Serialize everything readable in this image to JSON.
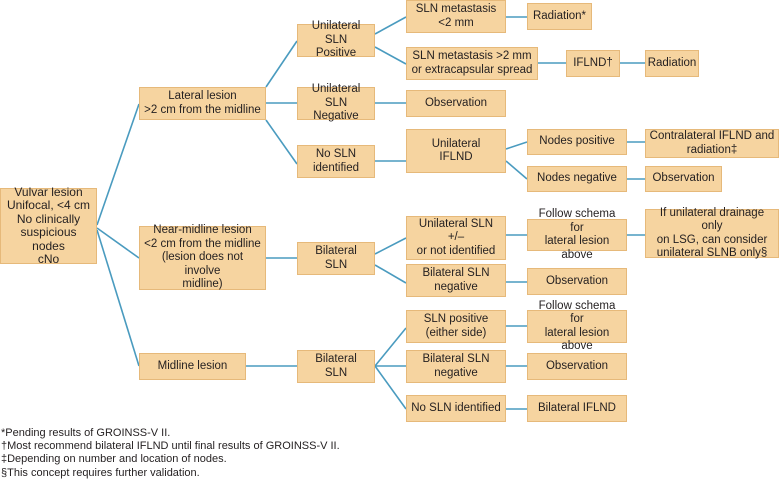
{
  "diagram": {
    "colors": {
      "box_fill": "#f6d4a0",
      "box_border": "#e6b97a",
      "connector": "#4a9bbf",
      "text": "#231f20"
    },
    "nodes": {
      "root": "Vulvar lesion\nUnifocal, <4 cm\nNo clinically\nsuspicious nodes\ncNo",
      "lateral": "Lateral lesion\n>2 cm from the midline",
      "near_midline": "Near-midline lesion\n<2 cm from the midline\n(lesion does not involve\nmidline)",
      "midline": "Midline lesion",
      "lat_unilat_pos": "Unilateral SLN\nPositive",
      "lat_unilat_neg": "Unilateral SLN\nNegative",
      "lat_no_sln": "No SLN\nidentified",
      "met_lt2": "SLN metastasis\n<2 mm",
      "radiation_star": "Radiation*",
      "met_gt2": "SLN metastasis >2 mm\nor extracapsular spread",
      "iflnd_dagger": "IFLND†",
      "radiation": "Radiation",
      "lat_neg_observation": "Observation",
      "unilat_iflnd": "Unilateral\nIFLND",
      "nodes_positive": "Nodes positive",
      "nodes_negative": "Nodes negative",
      "contralateral": "Contralateral IFLND and\nradiation‡",
      "nodes_neg_observation": "Observation",
      "near_bilateral_sln": "Bilateral\nSLN",
      "near_unilat_pm": "Unilateral SLN +/–\nor not identified",
      "near_follow": "Follow schema for\nlateral lesion above",
      "near_if_unilateral": "If unilateral drainage only\non LSG, can consider\nunilateral SLNB only§",
      "near_bilat_neg": "Bilateral SLN\nnegative",
      "near_observation": "Observation",
      "mid_bilateral_sln": "Bilateral\nSLN",
      "mid_sln_pos": "SLN positive\n(either side)",
      "mid_follow": "Follow schema for\nlateral lesion above",
      "mid_bilat_neg": "Bilateral SLN\nnegative",
      "mid_observation": "Observation",
      "mid_no_sln": "No SLN identified",
      "mid_bilat_iflnd": "Bilateral IFLND"
    },
    "footnotes": [
      "*Pending results of GROINSS-V II.",
      "†Most recommend bilateral IFLND until final results of GROINSS-V II.",
      "‡Depending on number and location of nodes.",
      "§This concept requires further validation."
    ]
  }
}
